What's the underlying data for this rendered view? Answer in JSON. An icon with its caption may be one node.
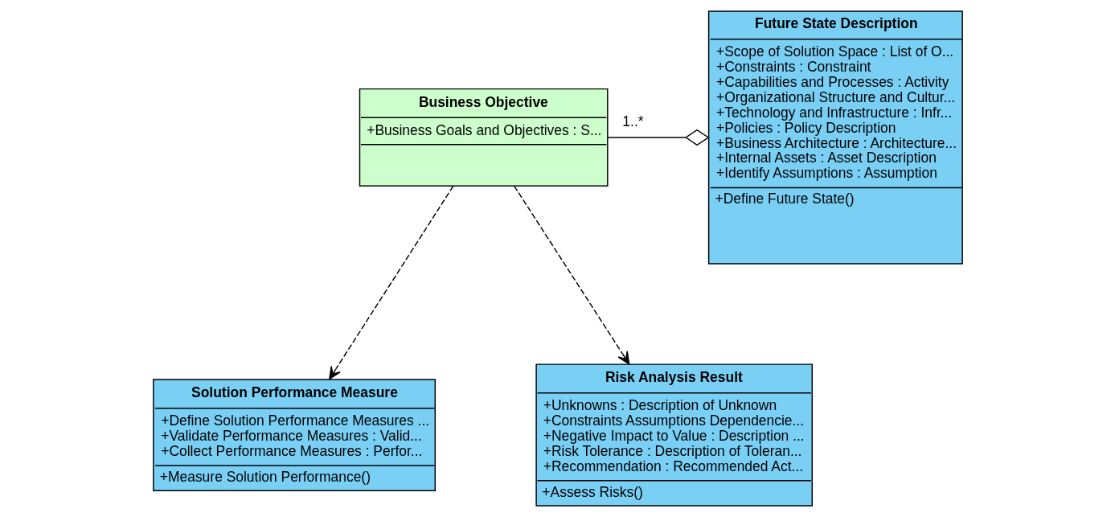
{
  "diagram": {
    "nodes": [
      {
        "text": [
          "Business Objective",
          "+Business Goals and Objectives : S..."
        ]
      },
      {
        "text": [
          "Future State Description",
          "+Scope of Solution Space : List of O...",
          "+Constraints : Constraint",
          "+Capabilities and Processes : Activity",
          "+Organizational Structure and Cultur...",
          "+Technology and Infrastructure : Infr...",
          "+Policies : Policy Description",
          "+Business Architecture : Architecture...",
          "+Internal Assets : Asset Description",
          "+Identify Assumptions : Assumption",
          "+Define Future State()"
        ]
      },
      {
        "text": [
          "Solution Performance Measure",
          "+Define Solution Performance Measures ...",
          "+Validate Performance Measures : Valid...",
          "+Collect Performance Measures : Perfor...",
          "+Measure Solution Performance()"
        ]
      },
      {
        "text": [
          "Risk Analysis Result",
          "+Unknowns : Description of Unknown",
          "+Constraints Assumptions Dependencie...",
          "+Negative Impact to Value : Description ...",
          "+Risk Tolerance : Description of Toleran...",
          "+Recommendation : Recommended Act...",
          "+Assess Risks()"
        ]
      }
    ],
    "edges": [
      {
        "from": 0,
        "to": 1,
        "arrow": "other",
        "label": "1..*"
      },
      {
        "from": 0,
        "to": 2,
        "arrow": "to",
        "style": "dashed"
      },
      {
        "from": 0,
        "to": 3,
        "arrow": "to",
        "style": "dashed"
      }
    ]
  }
}
